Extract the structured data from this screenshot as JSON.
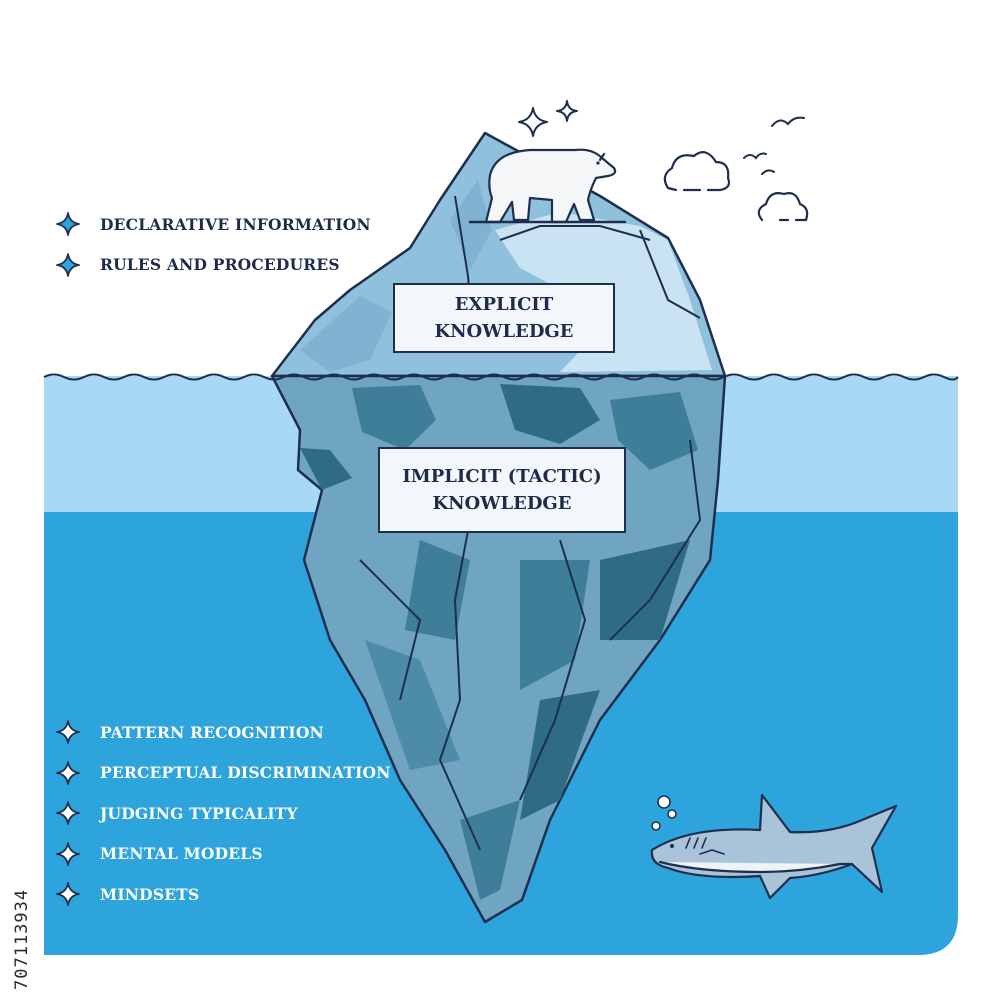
{
  "above_water_list": [
    {
      "label": "DECLARATIVE INFORMATION"
    },
    {
      "label": "RULES AND PROCEDURES"
    }
  ],
  "below_water_list": [
    {
      "label": "PATTERN RECOGNITION"
    },
    {
      "label": "PERCEPTUAL DISCRIMINATION"
    },
    {
      "label": "JUDGING TYPICALITY"
    },
    {
      "label": "MENTAL MODELS"
    },
    {
      "label": "MINDSETS"
    }
  ],
  "iceberg": {
    "explicit_label": {
      "line1": "EXPLICIT",
      "line2": "KNOWLEDGE"
    },
    "implicit_label": {
      "line1": "IMPLICIT (TACTIC)",
      "line2": "KNOWLEDGE"
    }
  },
  "stock_id": "707113934",
  "colors": {
    "outline": "#1e2e4e",
    "sky": "#ffffff",
    "surface_water": "#a7d9f5",
    "deep_water": "#2ea4dc",
    "ice_light": "#cfe7f5",
    "ice_top": "#8fc0dc",
    "ice_under": "#6fa5c0",
    "ice_dark": "#3e7e98",
    "ice_darker": "#2f6c84",
    "shark": "#a9c3d9",
    "bear": "#f4f6f8"
  },
  "icons": [
    "four-point-star-icon",
    "polar-bear-icon",
    "shark-icon",
    "cloud-icon",
    "bird-icon",
    "bubble-icon"
  ]
}
